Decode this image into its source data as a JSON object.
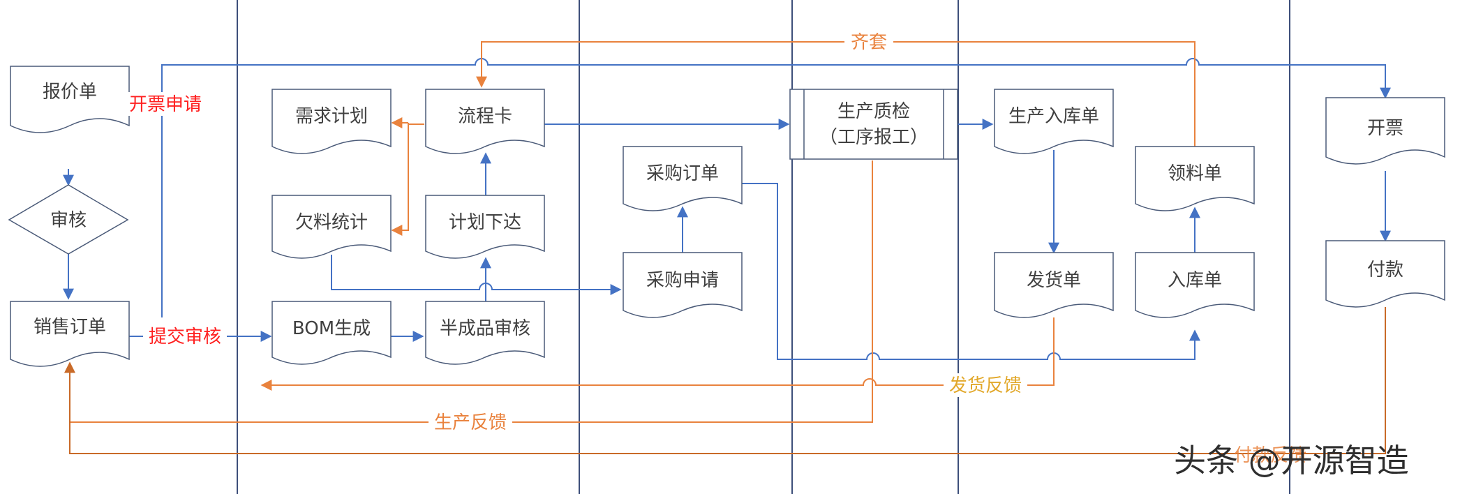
{
  "nodes": {
    "quote": "报价单",
    "review": "审核",
    "sales_order": "销售订单",
    "demand_plan": "需求计划",
    "process_card": "流程卡",
    "shortage_stats": "欠料统计",
    "plan_release": "计划下达",
    "bom_generate": "BOM生成",
    "semi_review": "半成品审核",
    "purchase_order": "采购订单",
    "purchase_request": "采购申请",
    "quality_line1": "生产质检",
    "quality_line2": "（工序报工）",
    "prod_inbound": "生产入库单",
    "delivery_note": "发货单",
    "material_req": "领料单",
    "inbound_note": "入库单",
    "invoice": "开票",
    "payment": "付款"
  },
  "labels": {
    "invoice_request": "开票申请",
    "submit_review": "提交审核",
    "kitting": "齐套",
    "delivery_feedback": "发货反馈",
    "production_feedback": "生产反馈",
    "payment_feedback": "付款反馈"
  },
  "colors": {
    "blue": "#4472c4",
    "orange": "#e9823d",
    "node_fill": "#ffffff",
    "node_stroke": "#4a5a78",
    "lane": "#3d4f7a"
  },
  "watermark": "头条 @开源智造"
}
